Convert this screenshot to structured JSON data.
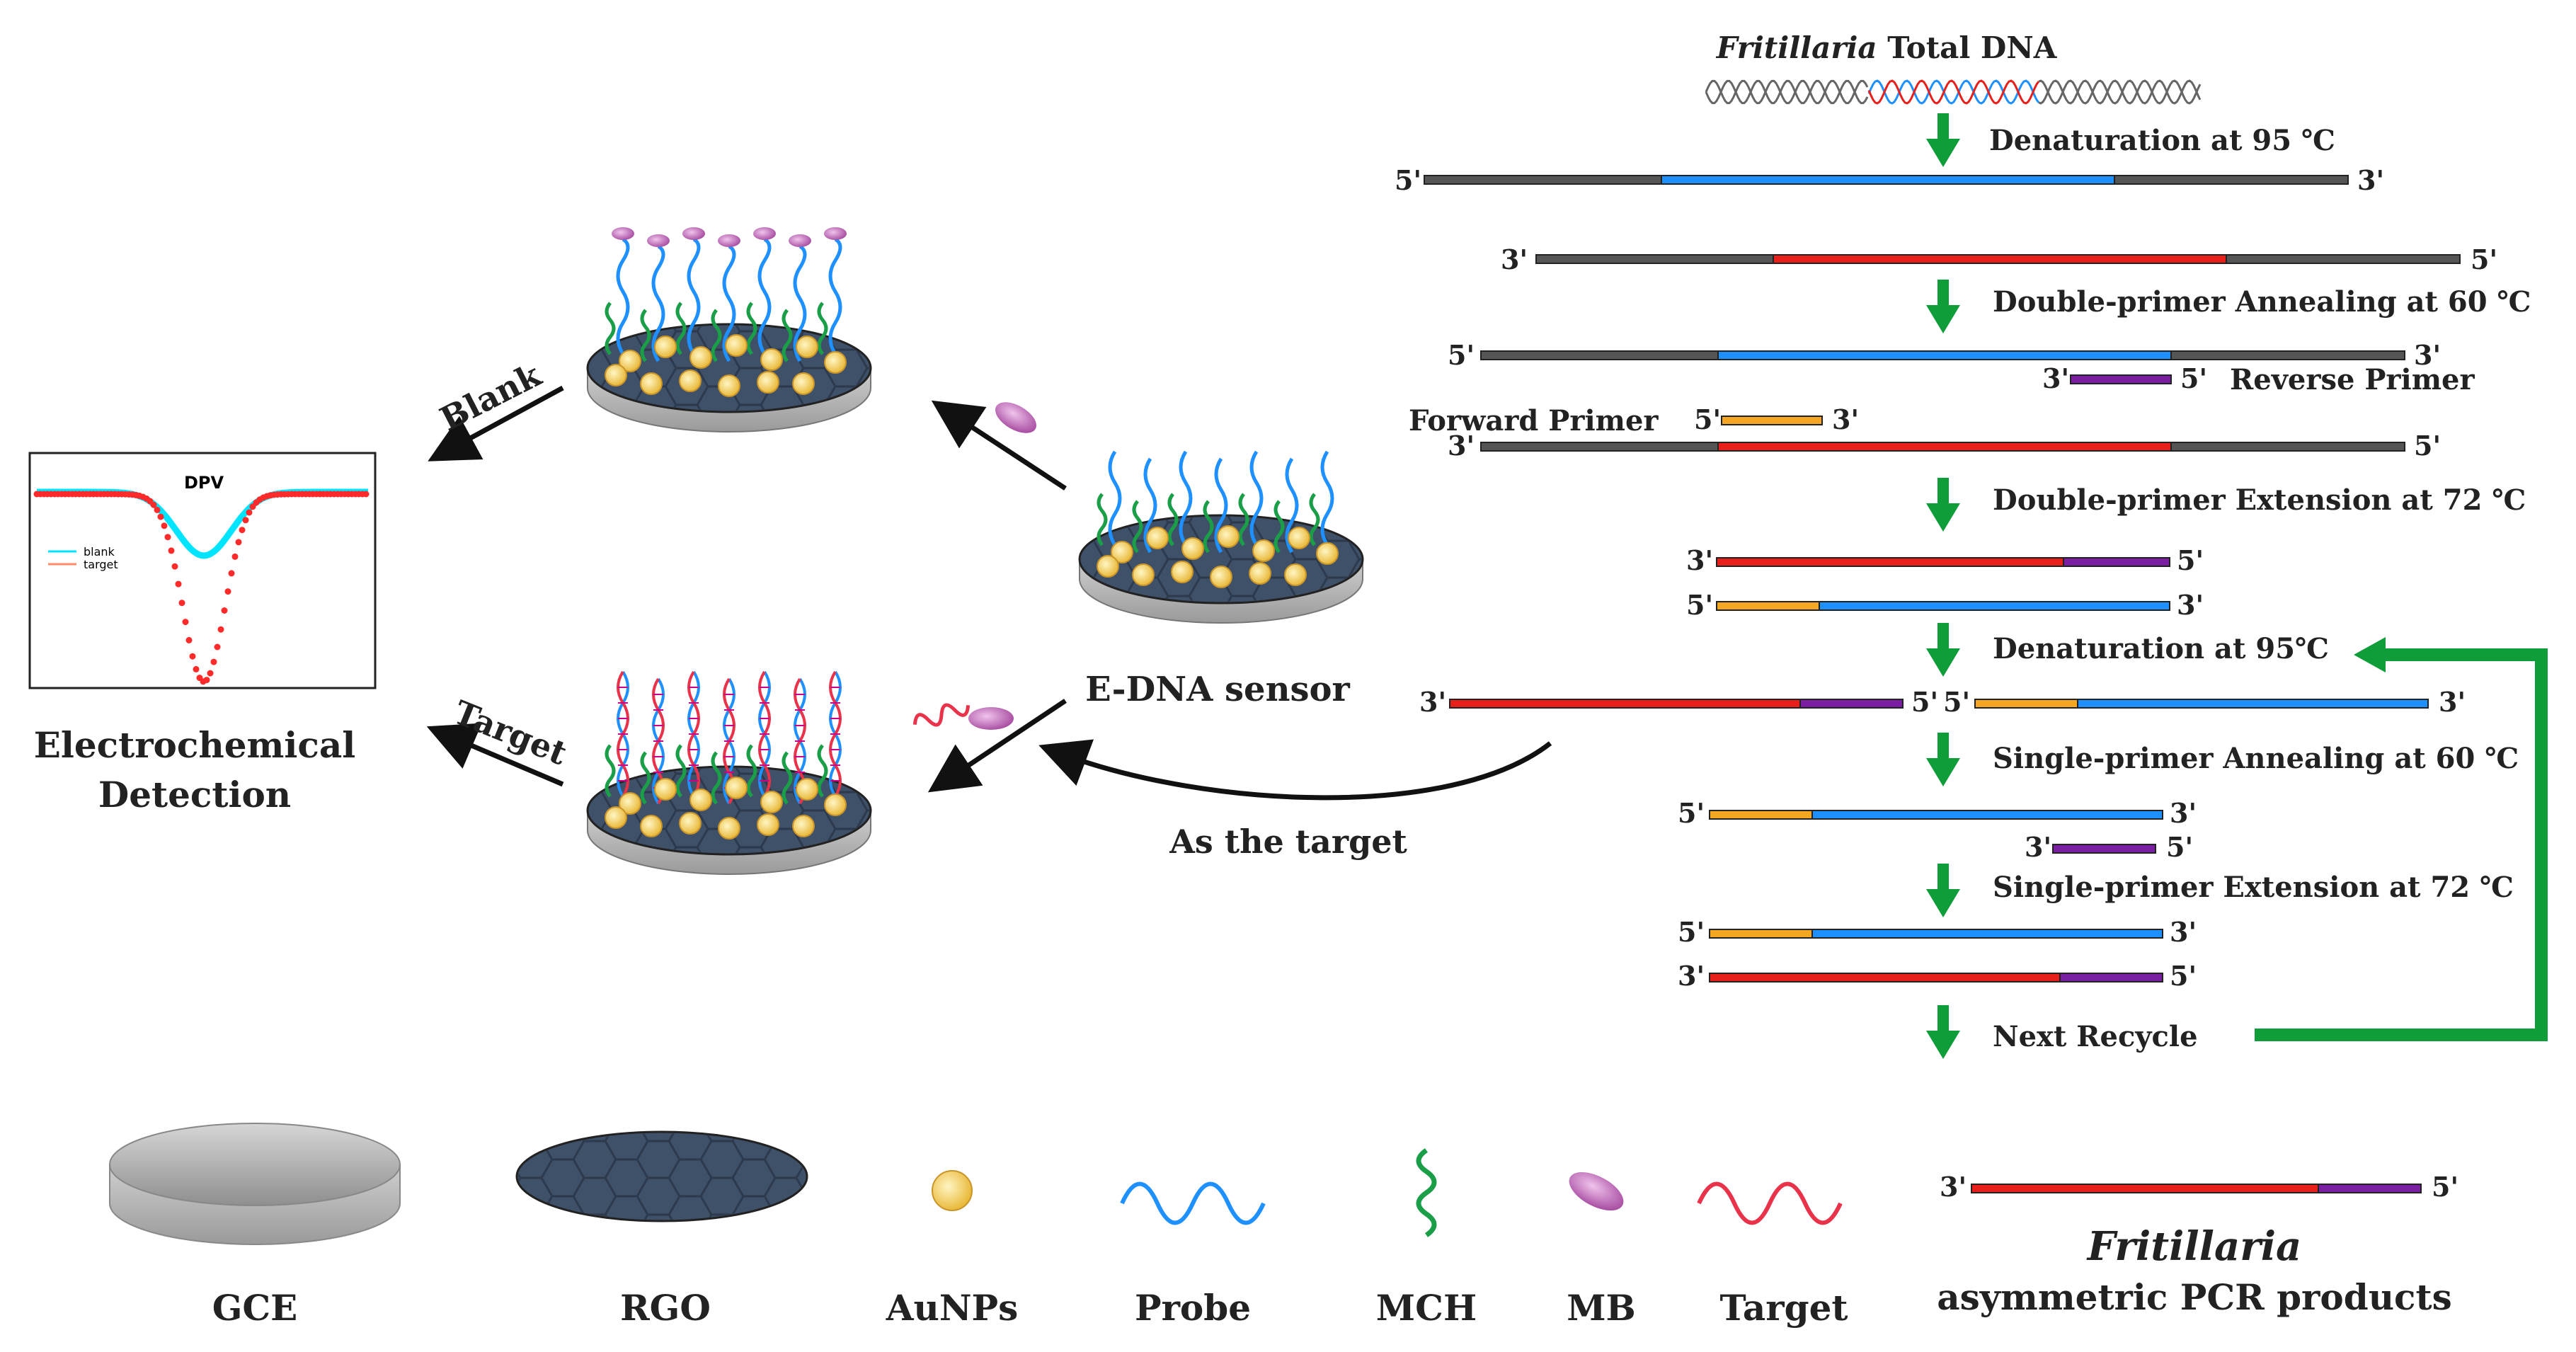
{
  "colors": {
    "gray_strand": "#555555",
    "blue_strand": "#1e90ff",
    "red_strand": "#e8201c",
    "orange_primer": "#f5a623",
    "purple_strand": "#7b1fa2",
    "green_arrow": "#0f9d3a",
    "mch_green": "#1a9e48",
    "probe_blue": "#1e90ff",
    "target_red": "#e8334a",
    "mb_pink": "#c05fb6",
    "aunp_yellow": "#f5d35c",
    "rgo_dark": "#3f5069",
    "gce_gray": "#b8b8b8",
    "dpv_blank": "#00e5ff",
    "dpv_target": "#ff2a2a"
  },
  "pcr": {
    "title_italic": "Fritillaria",
    "title_rest": " Total DNA",
    "steps": {
      "denat1": "Denaturation at 95 ℃",
      "double_anneal": "Double-primer Annealing at 60 ℃",
      "double_ext": "Double-primer Extension at 72 ℃",
      "denat2": "Denaturation at 95℃",
      "single_anneal": "Single-primer Annealing at 60 ℃",
      "single_ext": "Single-primer Extension at 72 ℃",
      "next": "Next Recycle"
    },
    "forward_primer": "Forward Primer",
    "reverse_primer": "Reverse Primer",
    "end5": "5'",
    "end3": "3'"
  },
  "sensor": {
    "edna_label": "E-DNA sensor",
    "blank_label": "Blank",
    "target_label": "Target",
    "as_target_label": "As the target"
  },
  "detection": {
    "label_line1": "Electrochemical",
    "label_line2": "Detection",
    "dpv_title": "DPV",
    "legend_blank": "blank",
    "legend_target": "target"
  },
  "legend": {
    "gce": "GCE",
    "rgo": "RGO",
    "aunps": "AuNPs",
    "probe": "Probe",
    "mch": "MCH",
    "mb": "MB",
    "target": "Target",
    "product_italic": "Fritillaria",
    "product_rest": "asymmetric PCR products"
  },
  "icons": {
    "arrow": "arrow-icon",
    "helix": "dna-helix-icon",
    "electrode": "electrode-disk-icon"
  }
}
